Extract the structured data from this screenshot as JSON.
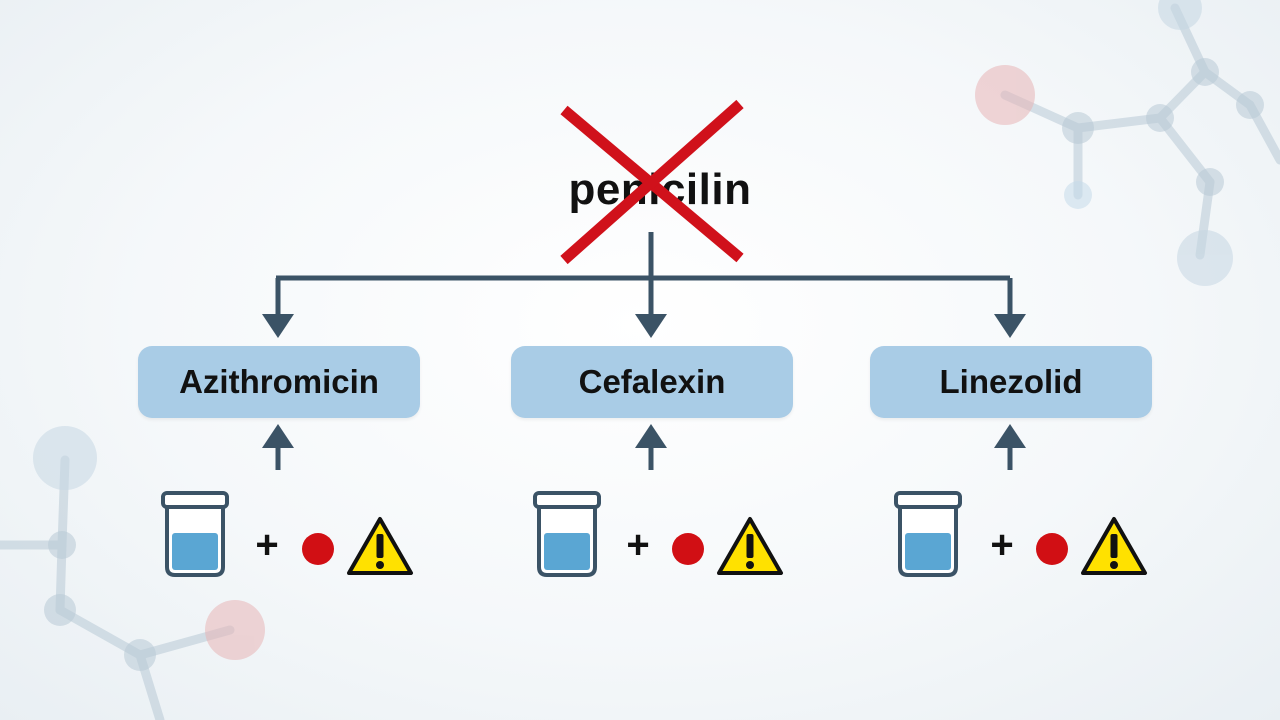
{
  "diagram": {
    "source_drug": "penicilin",
    "crossed_out": true,
    "alternatives": [
      {
        "label": "Azithromicin"
      },
      {
        "label": "Cefalexin"
      },
      {
        "label": "Linezolid"
      }
    ],
    "legend_symbols": [
      "jar-icon",
      "plus-sign",
      "red-dot-icon",
      "warning-icon"
    ],
    "plus_symbol": "+",
    "colors": {
      "cross": "#d0111b",
      "arrow": "#3b5366",
      "box_fill": "#a9cce6",
      "jar_liquid": "#5aa6d3",
      "warning": "#ffe100",
      "dot": "#d10f14"
    }
  }
}
